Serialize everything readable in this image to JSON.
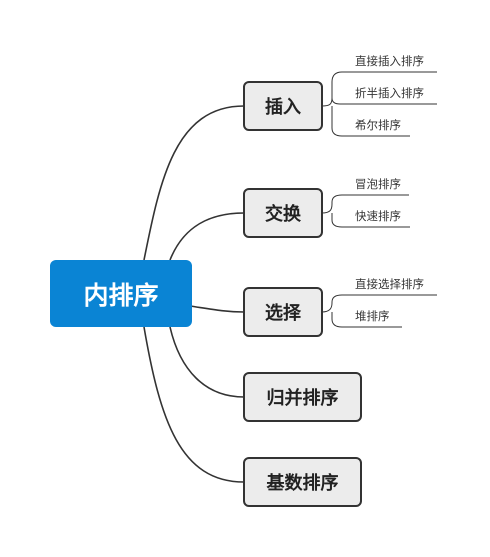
{
  "root": {
    "label": "内排序",
    "color": "#0a84d4"
  },
  "branches": [
    {
      "label": "插入",
      "leaves": [
        "直接插入排序",
        "折半插入排序",
        "希尔排序"
      ]
    },
    {
      "label": "交换",
      "leaves": [
        "冒泡排序",
        "快速排序"
      ]
    },
    {
      "label": "选择",
      "leaves": [
        "直接选择排序",
        "堆排序"
      ]
    },
    {
      "label": "归并排序",
      "leaves": []
    },
    {
      "label": "基数排序",
      "leaves": []
    }
  ]
}
